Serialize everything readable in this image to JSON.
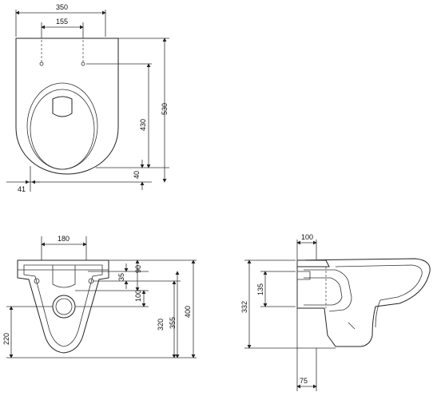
{
  "top_view": {
    "dimensions": {
      "width_total": "350",
      "fixing_spacing": "155",
      "length_total": "530",
      "fixing_to_front": "430",
      "rear_offset": "40",
      "side_offset": "41"
    }
  },
  "front_view": {
    "dimensions": {
      "outlet_width": "180",
      "top_offset": "35",
      "inlet_height": "90",
      "outlet_spacing": "100",
      "fixing_height": "320",
      "outlet_height": "355",
      "total_height": "400",
      "bottom_height": "220"
    }
  },
  "side_view": {
    "dimensions": {
      "top_offset": "100",
      "inlet_height": "135",
      "total_height": "332",
      "bottom_offset": "75"
    }
  }
}
